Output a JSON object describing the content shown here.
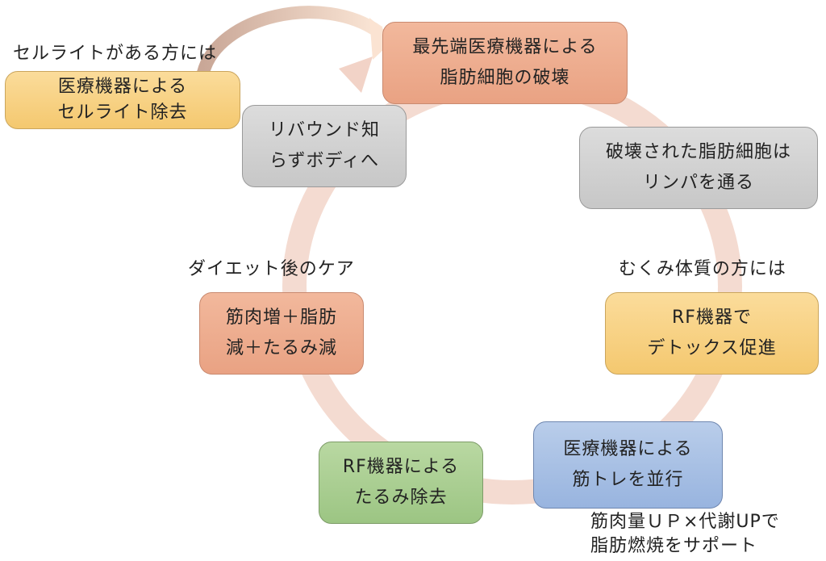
{
  "diagram": {
    "title_note": "",
    "steps": [
      {
        "id": "fat-destruction",
        "text": "最先端医療機器による\n脂肪細胞の破壊",
        "color": "orange"
      },
      {
        "id": "lymph",
        "text": "破壊された脂肪細胞は\nリンパを通る",
        "color": "gray"
      },
      {
        "id": "detox",
        "text": "RF機器で\nデトックス促進",
        "color": "yellow"
      },
      {
        "id": "muscle",
        "text": "医療機器による\n筋トレを並行",
        "color": "blue"
      },
      {
        "id": "sagging",
        "text": "RF機器による\nたるみ除去",
        "color": "green"
      },
      {
        "id": "aftercare",
        "text": "筋肉増＋脂肪\n減＋たるみ減",
        "color": "orange"
      },
      {
        "id": "rebound",
        "text": "リバウンド知\nらずボディへ",
        "color": "gray"
      },
      {
        "id": "cellulite",
        "text": "医療機器による\nセルライト除去",
        "color": "yellow"
      }
    ],
    "labels": {
      "cellulite": "セルライトがある方には",
      "detox": "むくみ体質の方には",
      "aftercare": "ダイエット後のケア",
      "muscle": "筋肉量ＵＰ×代謝UPで\n脂肪燃焼をサポート"
    },
    "colors": {
      "ring": "#f3d6cc",
      "arrow": "#e8c9b6"
    }
  }
}
